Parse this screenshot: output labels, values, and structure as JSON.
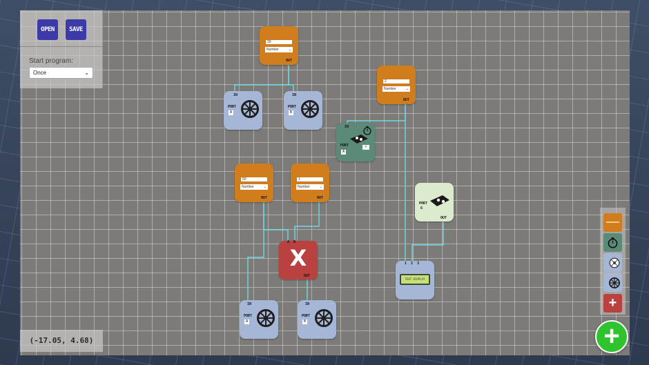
{
  "toolbar": {
    "open_label": "OPEN",
    "save_label": "SAVE"
  },
  "start_program": {
    "label": "Start program:",
    "selected": "Once"
  },
  "coordinates": "(-17.05, 4.68)",
  "nodes": {
    "number_top": {
      "value": "30",
      "type": "Number",
      "out": "OUT"
    },
    "number_right": {
      "value": "2",
      "type": "Number",
      "out": "OUT"
    },
    "number_mid_left": {
      "value": "50",
      "type": "Number",
      "out": "OUT"
    },
    "number_mid_right": {
      "value": "1",
      "type": "Number",
      "out": "OUT"
    },
    "motor_a_top": {
      "in": "IN",
      "port_label": "PORT",
      "port": "A"
    },
    "motor_b_top": {
      "in": "IN",
      "port_label": "PORT",
      "port": "B"
    },
    "motor_a_bottom": {
      "in": "IN",
      "port_label": "PORT",
      "port": "A"
    },
    "motor_b_bottom": {
      "in": "IN",
      "port_label": "PORT",
      "port": "B"
    },
    "timer_motor": {
      "in": "IN",
      "port_label": "PORT",
      "port": "A",
      "compare": "<"
    },
    "sensor": {
      "port_label": "PORT",
      "port": "6",
      "out": "OUT"
    },
    "multiply": {
      "symbol": "X",
      "in_a": "A",
      "in_b": "B",
      "out": "OUT"
    },
    "text_display": {
      "inputs": [
        "1",
        "2",
        "3"
      ],
      "screen": "TEXT DISPLAY"
    }
  },
  "palette": {
    "items": [
      "number-block",
      "timer-block",
      "motor-sensor-block",
      "motor-block",
      "add-math-block"
    ]
  },
  "colors": {
    "canvas": "#7d7b78",
    "number_block": "#d07d1e",
    "motor_block": "#a6b6d6",
    "timer_block": "#5b8a78",
    "sensor_block": "#dceacd",
    "multiply_block": "#b9413f",
    "wire": "#6fd8e8",
    "button": "#3b3aa8",
    "add_button": "#2fc32d"
  }
}
